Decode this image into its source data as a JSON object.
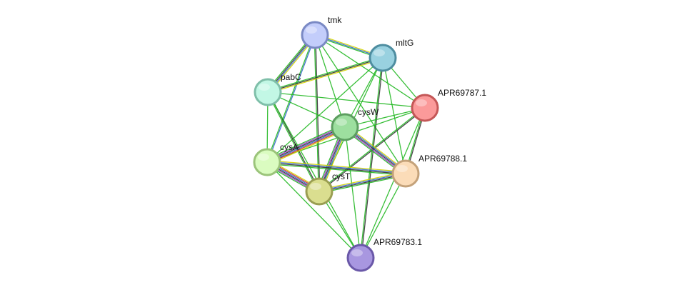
{
  "network": {
    "nodes": [
      {
        "id": "tmk",
        "label": "tmk",
        "color": "#c3cdfb",
        "stroke": "#7a89c4"
      },
      {
        "id": "mltG",
        "label": "mltG",
        "color": "#99d1e0",
        "stroke": "#4e8da0"
      },
      {
        "id": "pabC",
        "label": "pabC",
        "color": "#c2f7e5",
        "stroke": "#7fbfa9"
      },
      {
        "id": "APR69787.1",
        "label": "APR69787.1",
        "color": "#fb9a9a",
        "stroke": "#c45757"
      },
      {
        "id": "cysW",
        "label": "cysW",
        "color": "#9ddf9f",
        "stroke": "#5d9e60"
      },
      {
        "id": "cysA",
        "label": "cysA",
        "color": "#dafcc0",
        "stroke": "#9bc47a"
      },
      {
        "id": "APR69788.1",
        "label": "APR69788.1",
        "color": "#fbdcb8",
        "stroke": "#c4a27a"
      },
      {
        "id": "cysT",
        "label": "cysT",
        "color": "#dade8f",
        "stroke": "#9a9e52"
      },
      {
        "id": "APR69783.1",
        "label": "APR69783.1",
        "color": "#a897e0",
        "stroke": "#6a58a8"
      }
    ],
    "edges": [
      {
        "source": "tmk",
        "target": "mltG",
        "colors": [
          "#d4d400",
          "#3366cc",
          "#22b822"
        ]
      },
      {
        "source": "tmk",
        "target": "pabC",
        "colors": [
          "#d4d400",
          "#3366cc",
          "#333333",
          "#22b822"
        ]
      },
      {
        "source": "tmk",
        "target": "cysA",
        "colors": [
          "#3366cc",
          "#22b822"
        ]
      },
      {
        "source": "tmk",
        "target": "cysT",
        "colors": [
          "#333333",
          "#22b822"
        ]
      },
      {
        "source": "tmk",
        "target": "cysW",
        "colors": [
          "#22b822"
        ]
      },
      {
        "source": "tmk",
        "target": "APR69787.1",
        "colors": [
          "#22b822"
        ]
      },
      {
        "source": "tmk",
        "target": "APR69788.1",
        "colors": [
          "#22b822"
        ]
      },
      {
        "source": "mltG",
        "target": "pabC",
        "colors": [
          "#d4d400",
          "#333333",
          "#22b822"
        ]
      },
      {
        "source": "mltG",
        "target": "cysA",
        "colors": [
          "#22b822"
        ]
      },
      {
        "source": "mltG",
        "target": "cysT",
        "colors": [
          "#22b822"
        ]
      },
      {
        "source": "mltG",
        "target": "cysW",
        "colors": [
          "#22b822"
        ]
      },
      {
        "source": "mltG",
        "target": "APR69787.1",
        "colors": [
          "#22b822"
        ]
      },
      {
        "source": "mltG",
        "target": "APR69788.1",
        "colors": [
          "#22b822"
        ]
      },
      {
        "source": "mltG",
        "target": "APR69783.1",
        "colors": [
          "#333333",
          "#22b822"
        ]
      },
      {
        "source": "pabC",
        "target": "cysA",
        "colors": [
          "#22b822"
        ]
      },
      {
        "source": "pabC",
        "target": "cysT",
        "colors": [
          "#333333",
          "#22b822"
        ]
      },
      {
        "source": "pabC",
        "target": "cysW",
        "colors": [
          "#22b822"
        ]
      },
      {
        "source": "pabC",
        "target": "APR69787.1",
        "colors": [
          "#22b822"
        ]
      },
      {
        "source": "pabC",
        "target": "APR69783.1",
        "colors": [
          "#22b822"
        ]
      },
      {
        "source": "APR69787.1",
        "target": "cysW",
        "colors": [
          "#22b822"
        ]
      },
      {
        "source": "APR69787.1",
        "target": "cysA",
        "colors": [
          "#22b822"
        ]
      },
      {
        "source": "APR69787.1",
        "target": "cysT",
        "colors": [
          "#333333",
          "#22b822"
        ]
      },
      {
        "source": "APR69787.1",
        "target": "APR69788.1",
        "colors": [
          "#333333",
          "#22b822"
        ]
      },
      {
        "source": "APR69787.1",
        "target": "APR69783.1",
        "colors": [
          "#22b822"
        ]
      },
      {
        "source": "cysW",
        "target": "cysA",
        "colors": [
          "#d4d400",
          "#cc3333",
          "#3366cc",
          "#333333",
          "#9933cc",
          "#22b822"
        ]
      },
      {
        "source": "cysW",
        "target": "cysT",
        "colors": [
          "#d4d400",
          "#3366cc",
          "#333333",
          "#9933cc",
          "#22b822"
        ]
      },
      {
        "source": "cysW",
        "target": "APR69788.1",
        "colors": [
          "#d4d400",
          "#3366cc",
          "#333333",
          "#9933cc",
          "#22b822"
        ]
      },
      {
        "source": "cysW",
        "target": "APR69783.1",
        "colors": [
          "#22b822"
        ]
      },
      {
        "source": "cysA",
        "target": "cysT",
        "colors": [
          "#d4d400",
          "#cc3333",
          "#3366cc",
          "#333333",
          "#9933cc",
          "#22b822"
        ]
      },
      {
        "source": "cysA",
        "target": "APR69788.1",
        "colors": [
          "#d4d400",
          "#3366cc",
          "#333333",
          "#22b822"
        ]
      },
      {
        "source": "cysA",
        "target": "APR69783.1",
        "colors": [
          "#22b822"
        ]
      },
      {
        "source": "cysT",
        "target": "APR69788.1",
        "colors": [
          "#d4d400",
          "#3366cc",
          "#333333",
          "#22b822"
        ]
      },
      {
        "source": "cysT",
        "target": "APR69783.1",
        "colors": [
          "#22b822"
        ]
      },
      {
        "source": "APR69788.1",
        "target": "APR69783.1",
        "colors": [
          "#22b822"
        ]
      }
    ]
  }
}
